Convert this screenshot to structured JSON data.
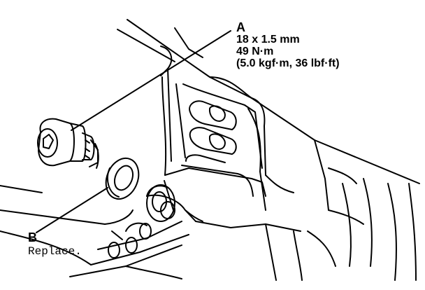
{
  "callouts": {
    "a": {
      "letter": "A",
      "size": "18 x 1.5 mm",
      "torque_nm": "49 N·m",
      "torque_alt": "(5.0 kgf·m, 36 lbf·ft)"
    },
    "b": {
      "letter": "B",
      "note": "Replace."
    }
  },
  "colors": {
    "ink": "#000000",
    "paper": "#ffffff"
  },
  "icons": {
    "a": "drain-bolt-icon",
    "b": "sealing-washer-icon"
  }
}
